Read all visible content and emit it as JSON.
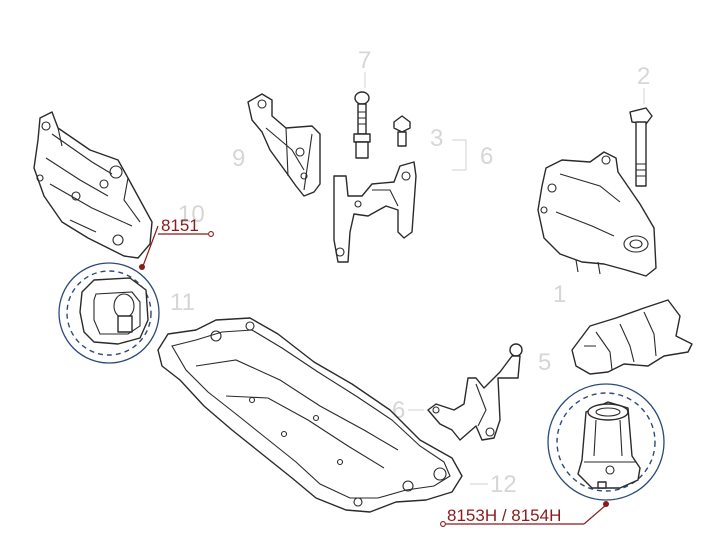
{
  "colors": {
    "callout": "#8b1a1a",
    "ring": "#2b4a7a",
    "ghost_numbers": "#d6d6d6",
    "line_art": "#2a2a2a"
  },
  "callouts": [
    {
      "id": "upper-left-mount",
      "label": "8151"
    },
    {
      "id": "lower-right-mount",
      "label": "8153H / 8154H"
    }
  ],
  "ghost_numbers": [
    "7",
    "2",
    "9",
    "3",
    "6",
    "10",
    "11",
    "1",
    "5",
    "6",
    "12"
  ]
}
